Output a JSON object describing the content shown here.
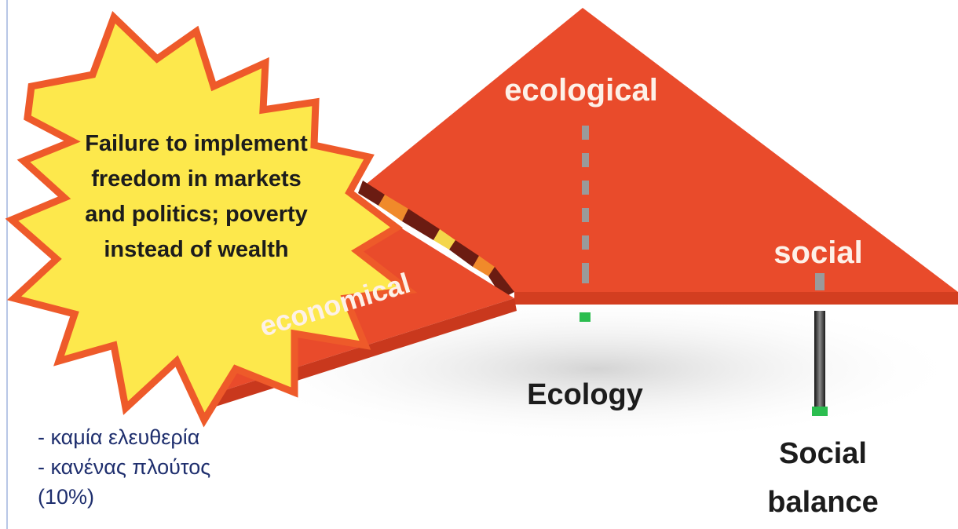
{
  "diagram": {
    "star_text": [
      "Failure to implement",
      "freedom in markets",
      "and politics; poverty",
      "instead of wealth"
    ],
    "labels": {
      "ecological": "ecological",
      "social": "social",
      "economical": "economical",
      "ecology": "Ecology",
      "social_balance_line1": "Social",
      "social_balance_line2": "balance"
    },
    "notes": [
      "- καμία ελευθερία",
      "- κανένας πλούτος",
      "(10%)"
    ],
    "colors": {
      "roof": "#e94b2b",
      "roof_edge": "#c9381d",
      "star_fill": "#fde84c",
      "star_stroke": "#ee5a2a",
      "note_text": "#1f2f6e"
    }
  }
}
